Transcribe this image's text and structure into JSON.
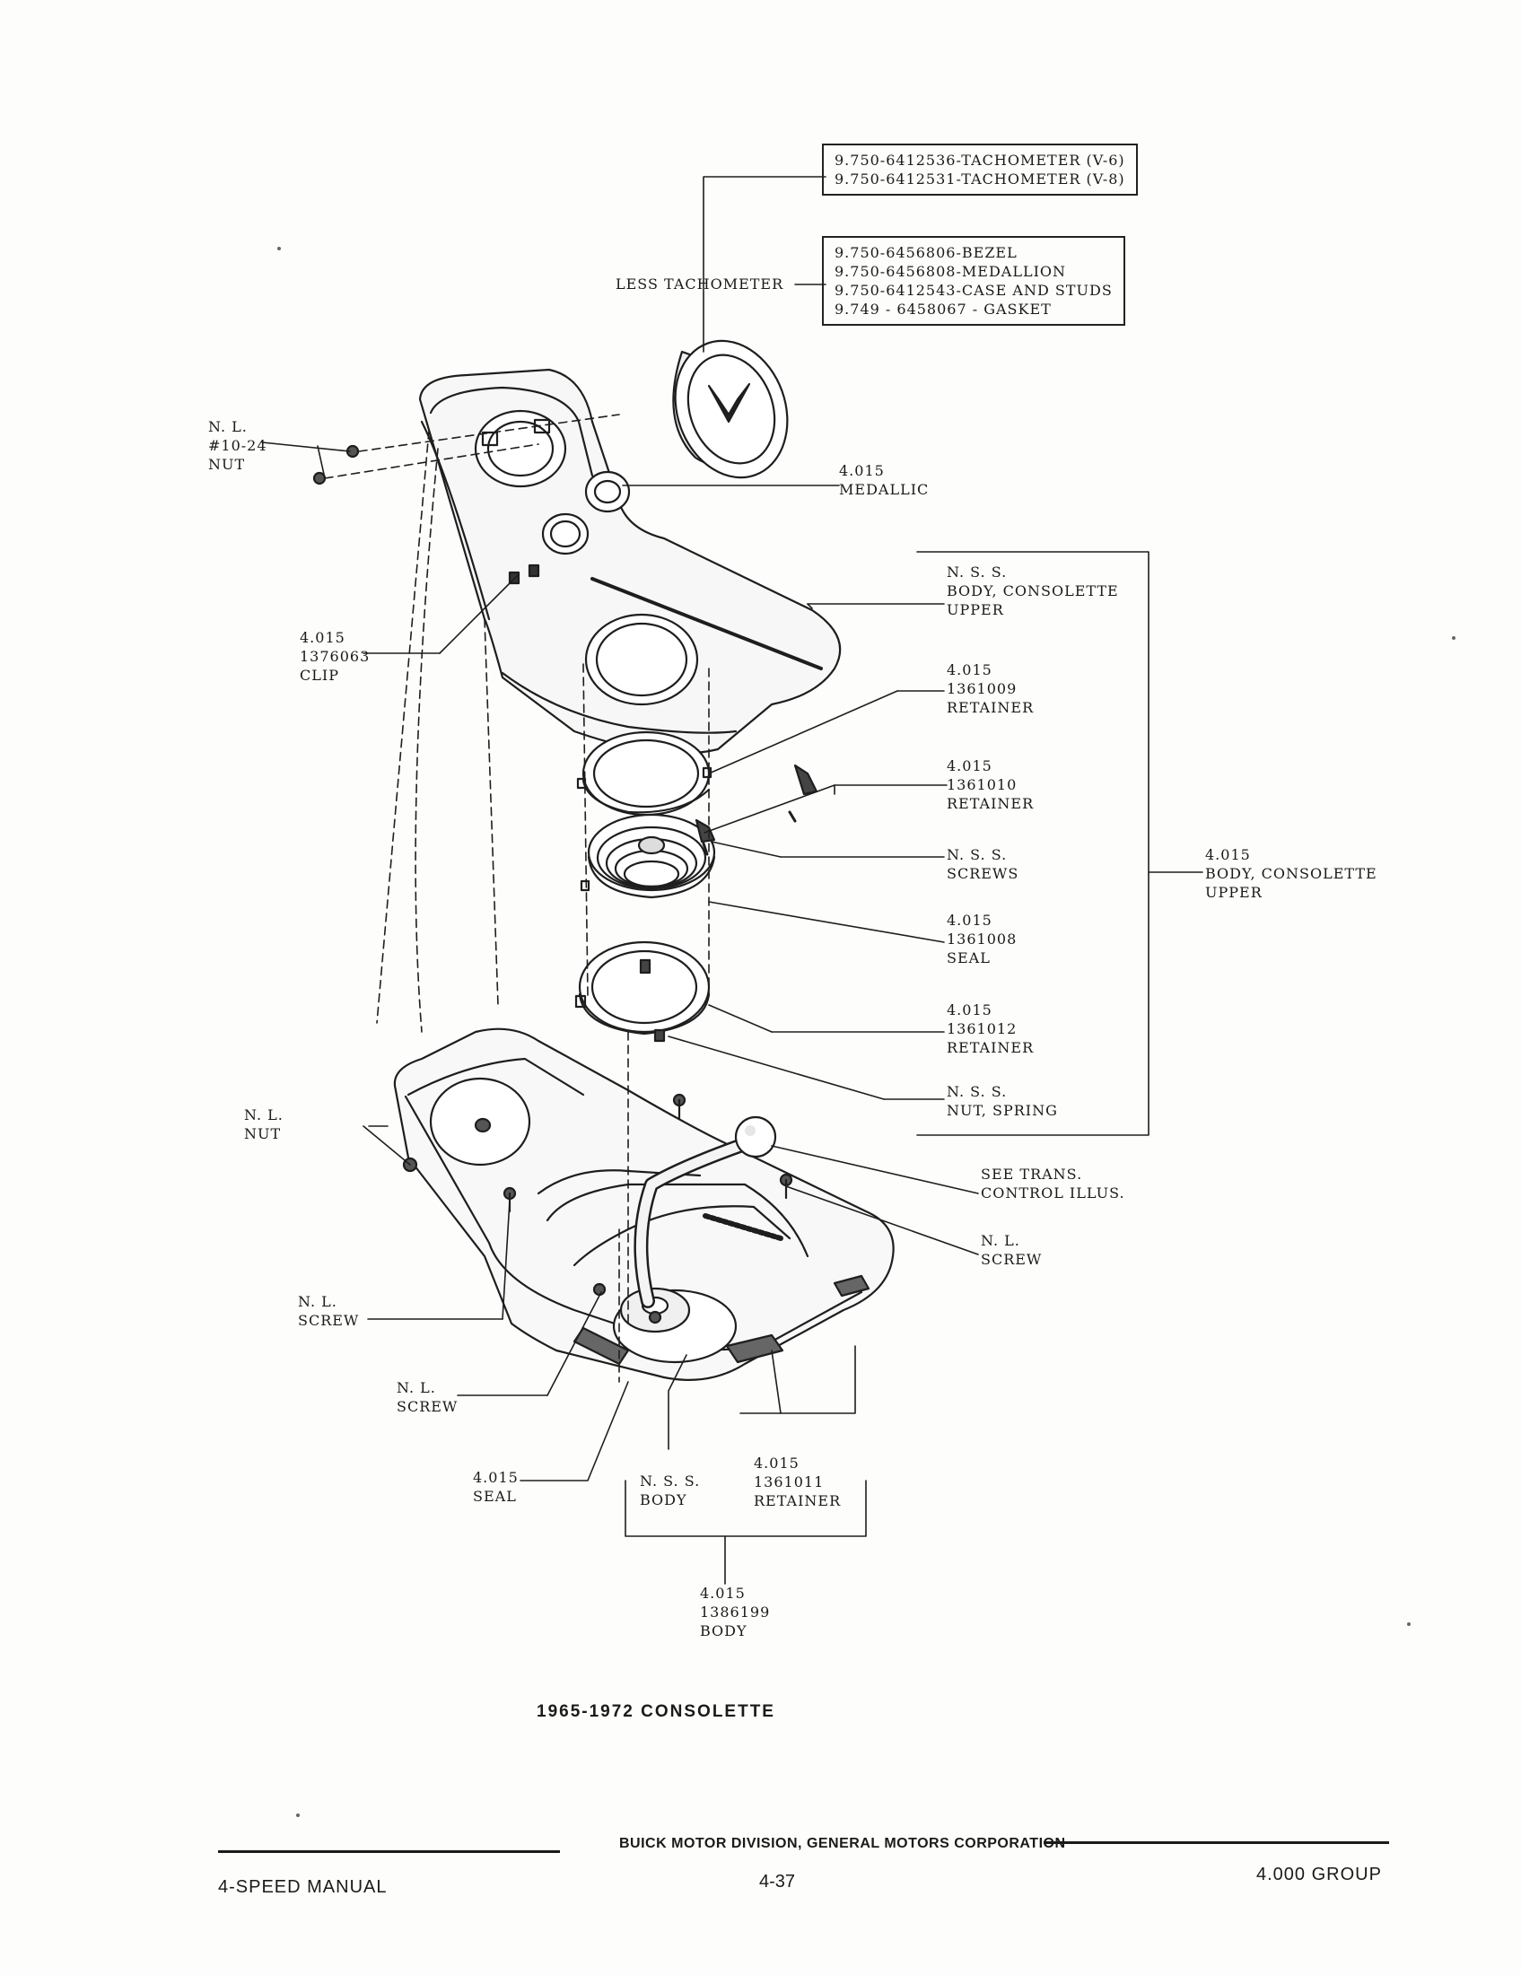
{
  "callouts": {
    "tach_box": [
      "9.750-6412536-TACHOMETER (V-6)",
      "9.750-6412531-TACHOMETER (V-8)"
    ],
    "less_tach_box": [
      "9.750-6456806-BEZEL",
      "9.750-6456808-MEDALLION",
      "9.750-6412543-CASE AND STUDS",
      "9.749 - 6458067 - GASKET"
    ],
    "less_tachometer": "LESS TACHOMETER",
    "nut_1024": [
      "N. L.",
      "#10-24",
      "NUT"
    ],
    "medallion": [
      "4.015",
      "MEDALLIC"
    ],
    "nss_body_upper": [
      "N. S. S.",
      "BODY, CONSOLETTE",
      "UPPER"
    ],
    "clip": [
      "4.015",
      "1376063",
      "CLIP"
    ],
    "retainer_1361009": [
      "4.015",
      "1361009",
      "RETAINER"
    ],
    "retainer_1361010": [
      "4.015",
      "1361010",
      "RETAINER"
    ],
    "nss_screws": [
      "N. S. S.",
      "SCREWS"
    ],
    "body_upper_group": [
      "4.015",
      "BODY, CONSOLETTE",
      "UPPER"
    ],
    "seal_1361008": [
      "4.015",
      "1361008",
      "SEAL"
    ],
    "retainer_1361012": [
      "4.015",
      "1361012",
      "RETAINER"
    ],
    "nss_nut_spring": [
      "N. S. S.",
      "NUT, SPRING"
    ],
    "nl_nut": [
      "N. L.",
      "NUT"
    ],
    "see_trans": [
      "SEE TRANS.",
      "CONTROL ILLUS."
    ],
    "nl_screw_right": [
      "N. L.",
      "SCREW"
    ],
    "nl_screw_left": [
      "N. L.",
      "SCREW"
    ],
    "nl_screw_lower": [
      "N. L.",
      "SCREW"
    ],
    "seal_lower": [
      "4.015",
      "SEAL"
    ],
    "nss_body": [
      "N. S. S.",
      "BODY"
    ],
    "retainer_1361011": [
      "4.015",
      "1361011",
      "RETAINER"
    ],
    "body_1386199": [
      "4.015",
      "1386199",
      "BODY"
    ]
  },
  "caption": "1965-1972 CONSOLETTE",
  "footer": {
    "corporation": "BUICK MOTOR DIVISION, GENERAL MOTORS CORPORATION",
    "left": "4-SPEED MANUAL",
    "page": "4-37",
    "group": "4.000 GROUP"
  }
}
